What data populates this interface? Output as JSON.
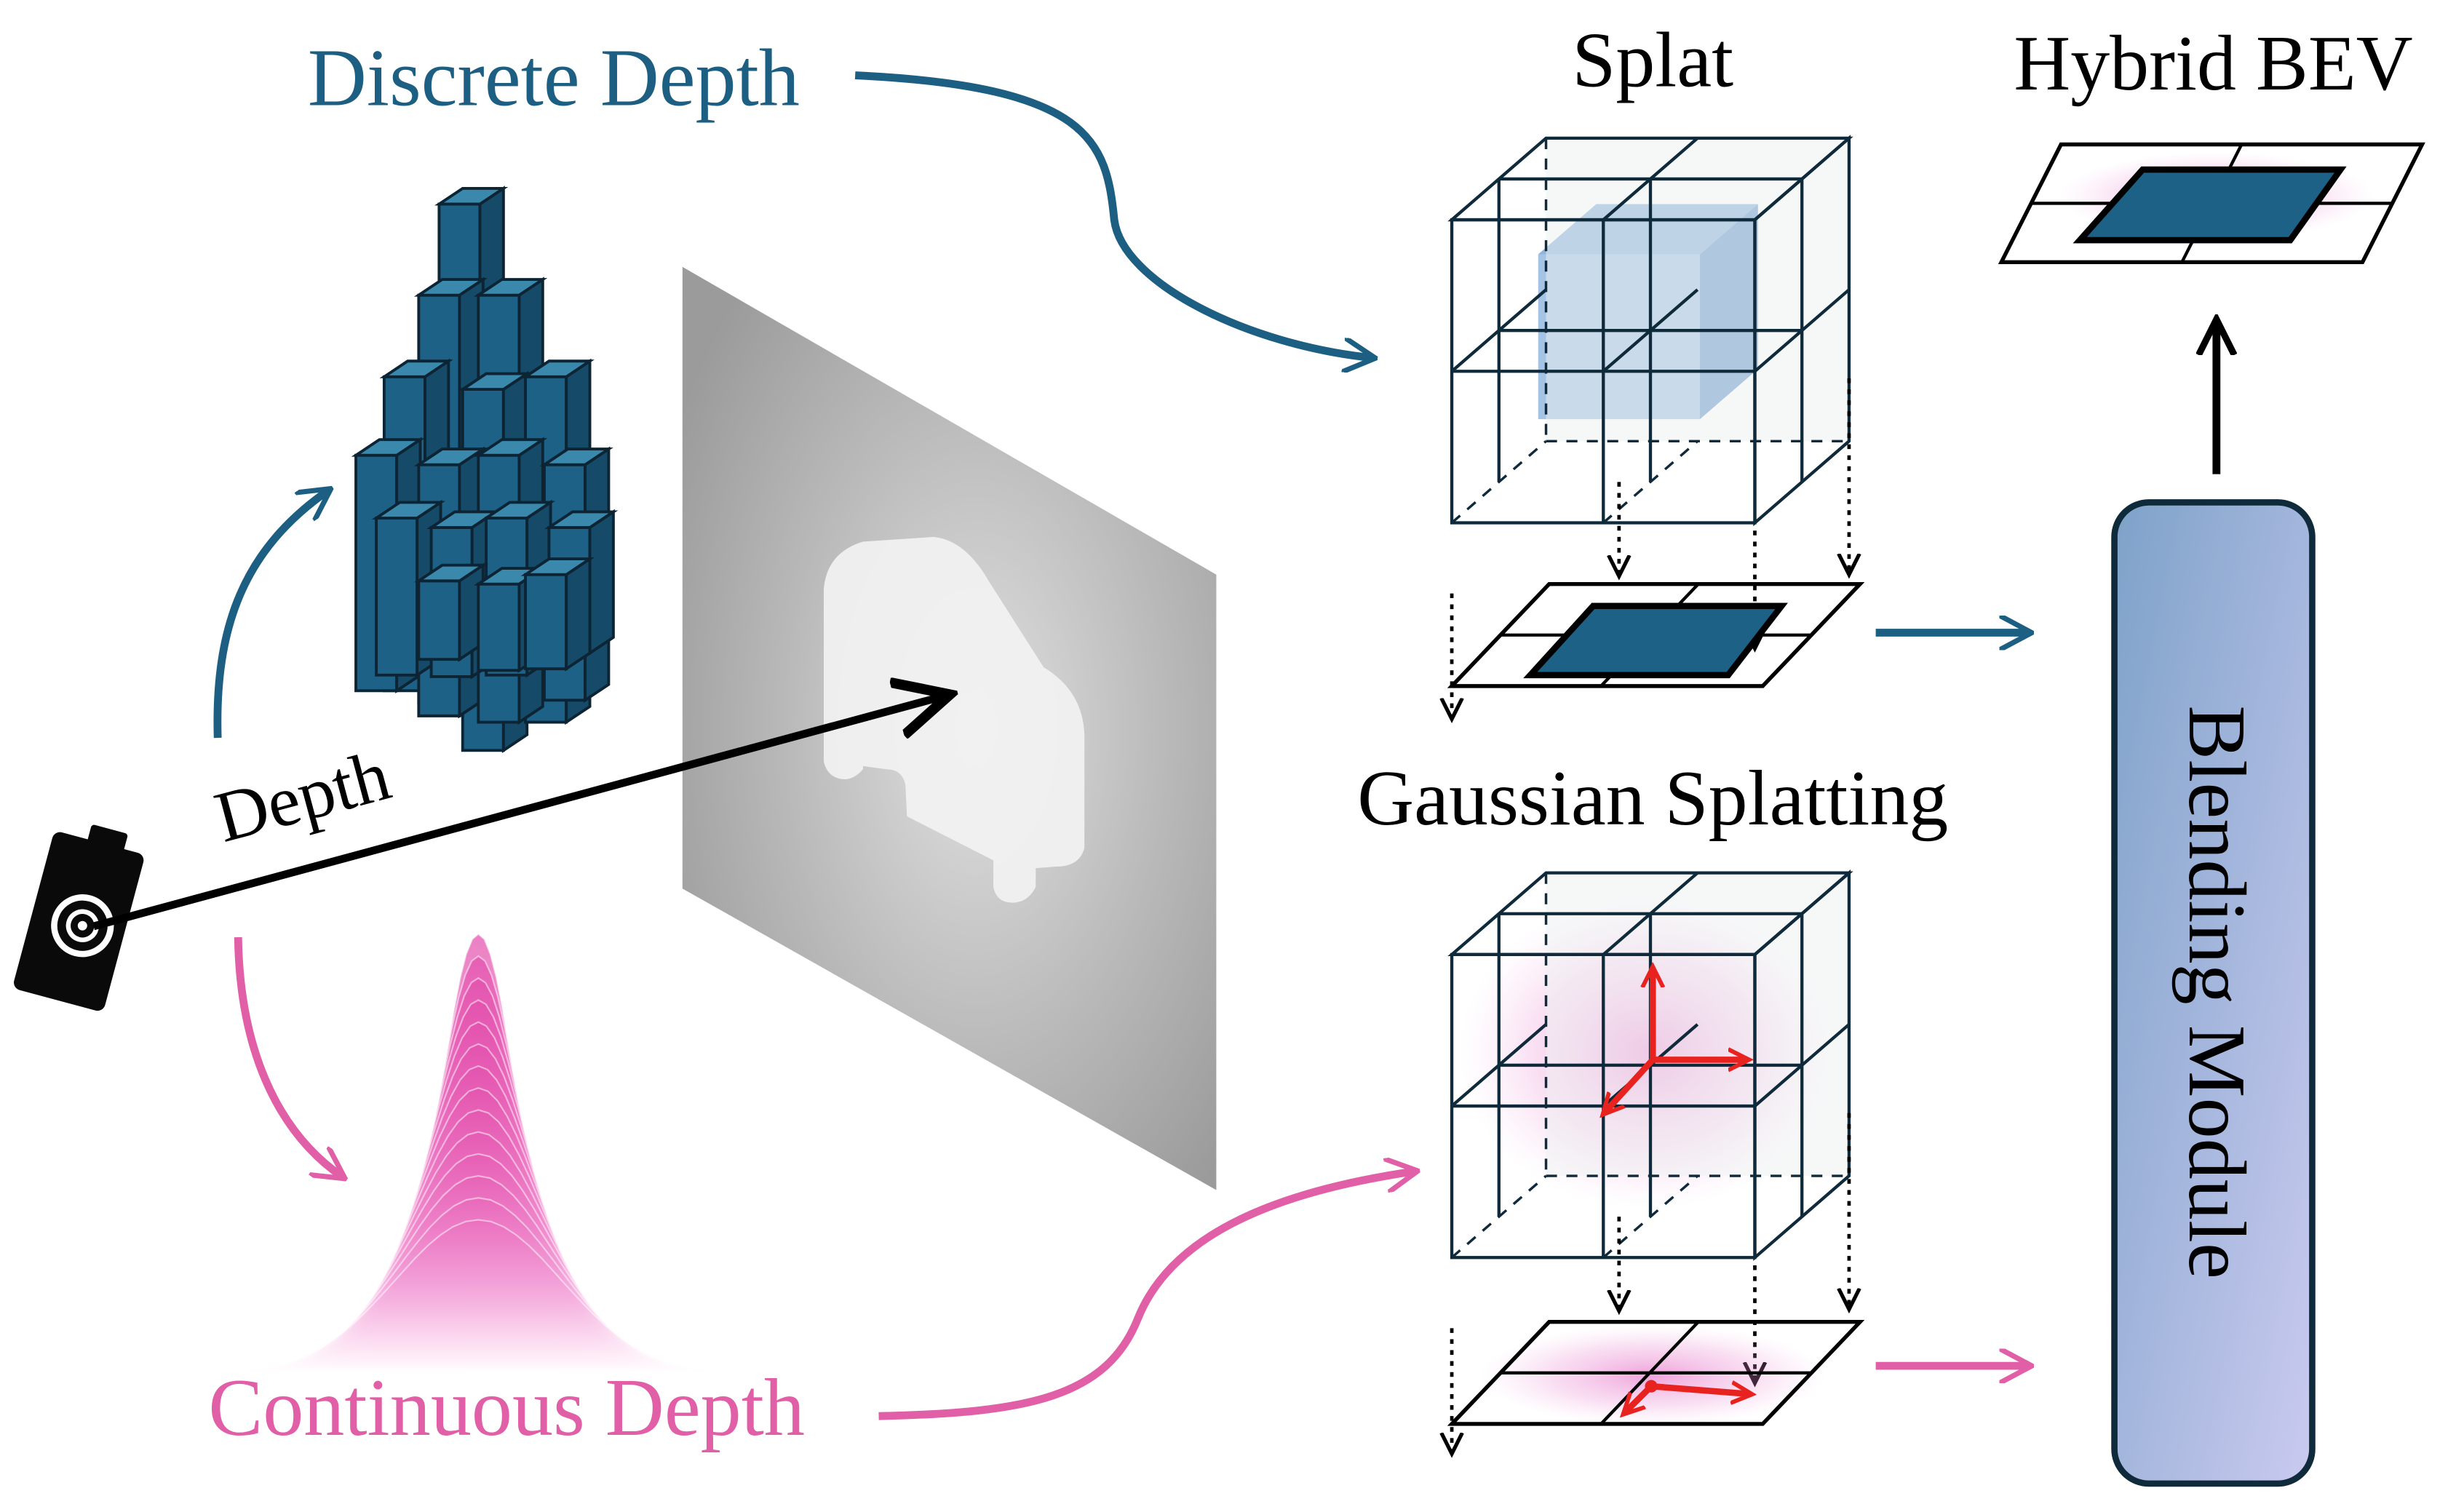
{
  "labels": {
    "discrete_depth": "Discrete Depth",
    "continuous_depth": "Continuous Depth",
    "depth": "Depth",
    "splat": "Splat",
    "gaussian_splatting": "Gaussian Splatting",
    "hybrid_bev": "Hybrid BEV",
    "blending_module": "Blending Module"
  },
  "colors": {
    "discrete": "#1d5f82",
    "continuous": "#e05fa6",
    "bar_face": "#1e6186",
    "bar_top": "#3a89ad",
    "bar_side": "#154b69",
    "gaussian_pink": "#f078c4",
    "red_axes": "#e8231f",
    "blend_top": "#7fa3c9",
    "blend_bottom": "#c8c9ee",
    "image_plane": "#a9a9a9",
    "arrow_black": "#000000"
  },
  "icons": {
    "camera": "camera-icon",
    "car": "car-icon"
  }
}
